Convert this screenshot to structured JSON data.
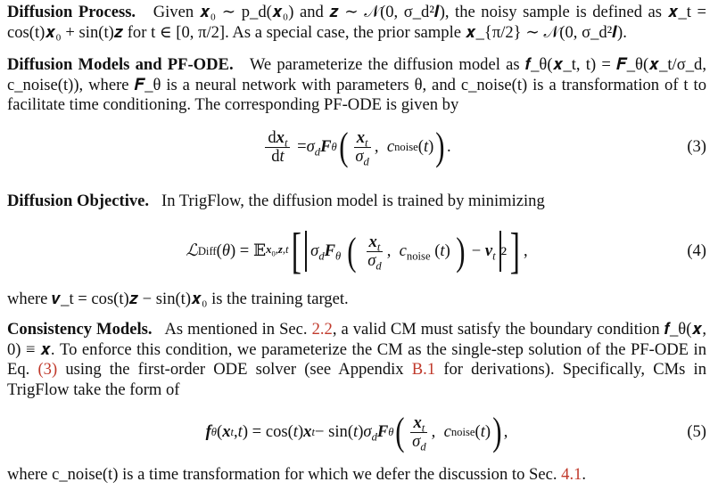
{
  "p1": {
    "head": "Diffusion Process.",
    "line1": "Given 𝒙₀ ∼ p_d(𝒙₀) and 𝒛 ∼ 𝒩(0, σ_d²𝑰), the noisy sample is defined as",
    "line2": "𝒙_t = cos(t)𝒙₀ + sin(t)𝒛 for t ∈ [0, π/2]. As a special case, the prior sample 𝒙_{π/2} ∼ 𝒩(0, σ_d²𝑰)."
  },
  "p2": {
    "head": "Diffusion Models and PF-ODE.",
    "text": "We parameterize the diffusion model as 𝒇_θ(𝒙_t, t) = 𝑭_θ(𝒙_t/σ_d, c_noise(t)), where 𝑭_θ is a neural network with parameters θ, and c_noise(t) is a transformation of t to facilitate time conditioning. The corresponding PF-ODE is given by"
  },
  "eq3": {
    "number": "(3)"
  },
  "p3": {
    "head": "Diffusion Objective.",
    "text": "In TrigFlow, the diffusion model is trained by minimizing"
  },
  "eq4": {
    "number": "(4)"
  },
  "p4": {
    "text": "where 𝒗_t = cos(t)𝒛 − sin(t)𝒙₀ is the training target."
  },
  "p5": {
    "head": "Consistency Models.",
    "text_a": "As mentioned in Sec.",
    "ref1": "2.2",
    "text_b": ", a valid CM must satisfy the boundary condition 𝒇_θ(𝒙, 0) ≡ 𝒙. To enforce this condition, we parameterize the CM as the single-step solution of the PF-ODE in Eq.",
    "ref2": "(3)",
    "text_c": "using the first-order ODE solver (see Appendix",
    "ref3": "B.1",
    "text_d": "for derivations). Specifically, CMs in TrigFlow take the form of"
  },
  "eq5": {
    "number": "(5)"
  },
  "p6": {
    "text_a": "where c_noise(t) is a time transformation for which we defer the discussion to Sec.",
    "ref": "4.1",
    "text_b": "."
  }
}
